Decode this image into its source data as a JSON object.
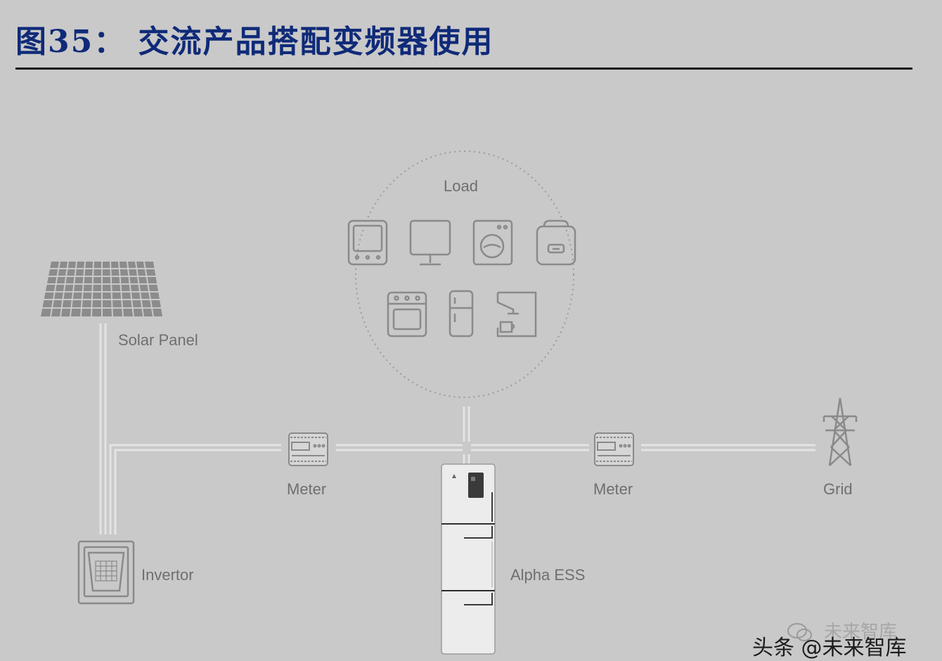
{
  "figure": {
    "title": "图35：  交流产品搭配变频器使用"
  },
  "diagram": {
    "load_label": "Load",
    "solar_label": "Solar Panel",
    "inverter_label": "Invertor",
    "meter_left_label": "Meter",
    "meter_right_label": "Meter",
    "grid_label": "Grid",
    "ess_label": "Alpha ESS"
  },
  "load_devices": [
    "tv-icon",
    "monitor-icon",
    "washing-machine-icon",
    "rice-cooker-icon",
    "oven-icon",
    "fridge-icon",
    "coffee-maker-icon"
  ],
  "watermark": {
    "faint_text": "未来智库",
    "main_text": "头条 @未来智库"
  },
  "colors": {
    "background": "#c9c9c9",
    "title": "#0f2a78",
    "icon_stroke": "#8a8a8a",
    "wire": "#e6e6e6"
  }
}
